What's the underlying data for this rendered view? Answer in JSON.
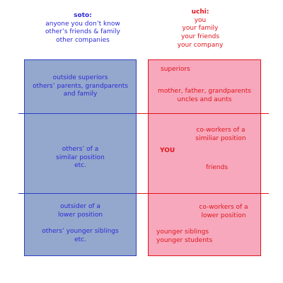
{
  "soto": {
    "title": "soto",
    "header_lines": [
      "anyone you don’t know",
      "other’s friends & family",
      "other companies"
    ],
    "rows": [
      [
        "outside superiors",
        "others’ parents, grandparents",
        "and family"
      ],
      [
        "others’ of a",
        "similar position",
        "etc."
      ],
      [
        "outsider of a",
        "lower position",
        "",
        "others’ younger siblings",
        "etc."
      ]
    ]
  },
  "uchi": {
    "title": "uchi",
    "header_lines": [
      "you",
      "your family",
      "your friends",
      "your company"
    ],
    "rows": {
      "top_label": "superiors",
      "top_family": [
        "mother, father, grandparents",
        "uncles and aunts"
      ],
      "middle_coworkers": [
        "co-workers of a",
        "similiar position"
      ],
      "you_label": "YOU",
      "friends_label": "friends",
      "bottom_coworkers": [
        "co-workers of a",
        "lower position"
      ],
      "bottom_younger": [
        "younger siblings",
        "younger students"
      ]
    }
  },
  "colors": {
    "soto_text": "#2b2bd6",
    "soto_fill": "#93a8cc",
    "soto_border": "#2a3fc4",
    "uchi_text": "#e0151d",
    "uchi_fill": "#f7a8bc",
    "uchi_border": "#e0151d"
  }
}
